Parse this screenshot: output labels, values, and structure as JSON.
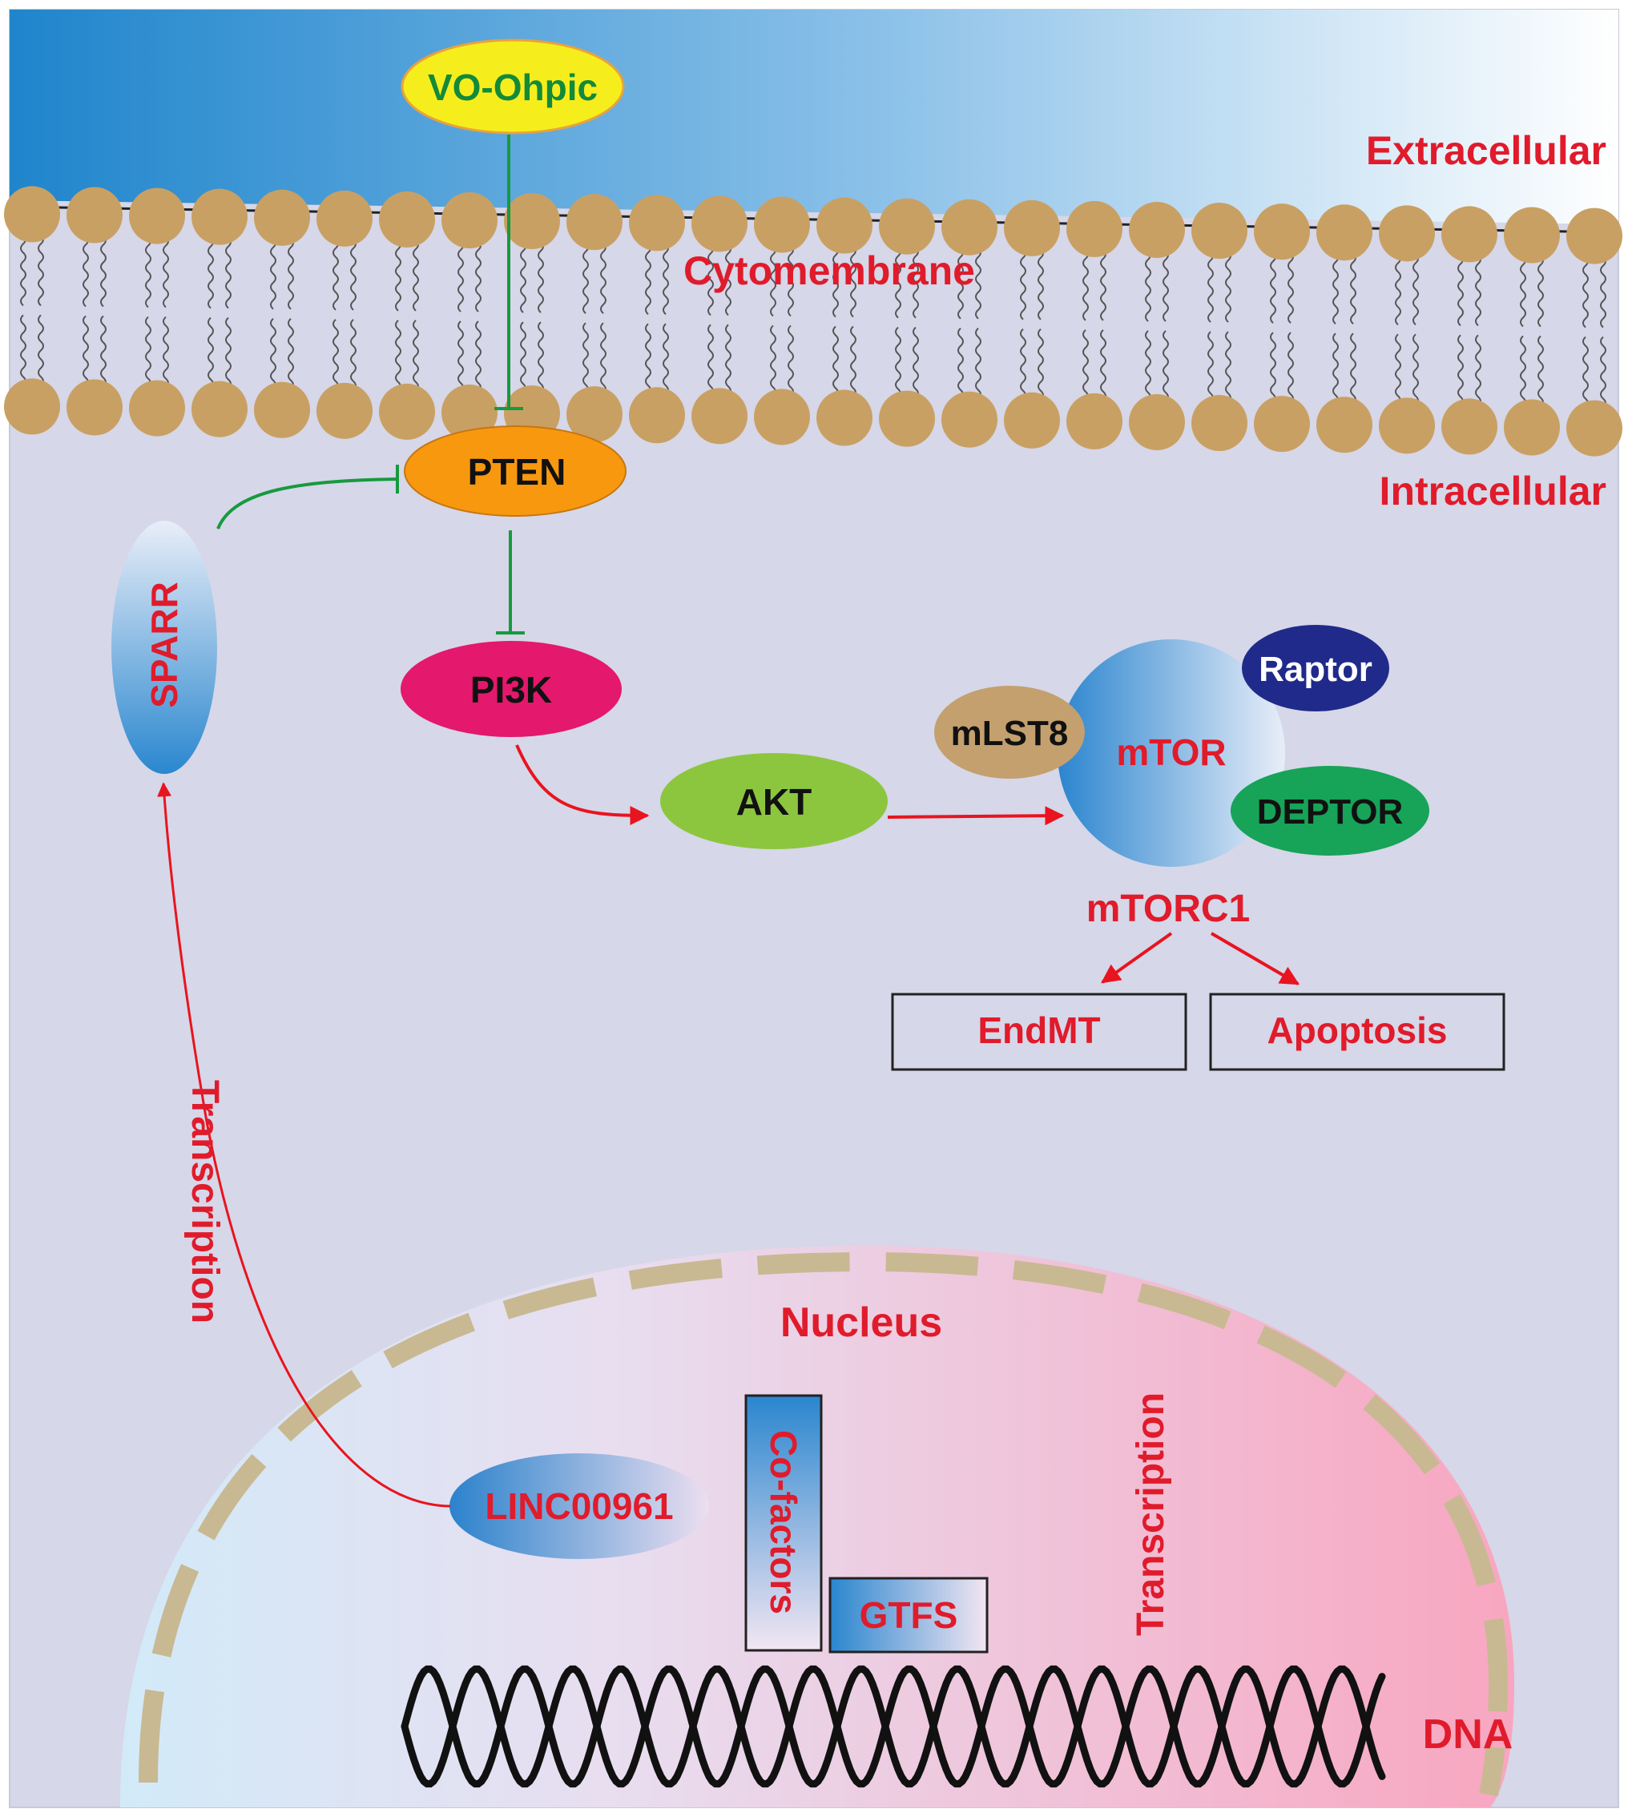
{
  "labels": {
    "extracellular": "Extracellular",
    "cytomembrane": "Cytomembrane",
    "intracellular": "Intracellular",
    "nucleus": "Nucleus",
    "dna": "DNA",
    "transcription_left": "Transcription",
    "transcription_nucleus": "Transcription",
    "mtorc1": "mTORC1"
  },
  "nodes": {
    "vo_ohpic": "VO-Ohpic",
    "pten": "PTEN",
    "pi3k": "PI3K",
    "akt": "AKT",
    "mtor": "mTOR",
    "raptor": "Raptor",
    "mlst8": "mLST8",
    "deptor": "DEPTOR",
    "sparr": "SPARR",
    "linc": "LINC00961",
    "cofactors": "Co-factors",
    "gtfs": "GTFS"
  },
  "outcomes": {
    "endmt": "EndMT",
    "apoptosis": "Apoptosis"
  },
  "colors": {
    "activation": "#e8141f",
    "inhibition": "#179a3f",
    "label_red": "#e01b2b",
    "lipid_head": "#c9a063",
    "cytoplasm": "#d6d7e8",
    "pten": "#f8980f",
    "pi3k": "#e4186c",
    "akt": "#8cc63e",
    "raptor": "#1f2a8a",
    "mlst8": "#c3a06e",
    "deptor": "#17a358",
    "vo_ohpic_fill": "#f6ee1c",
    "vo_ohpic_text": "#138a3a"
  }
}
